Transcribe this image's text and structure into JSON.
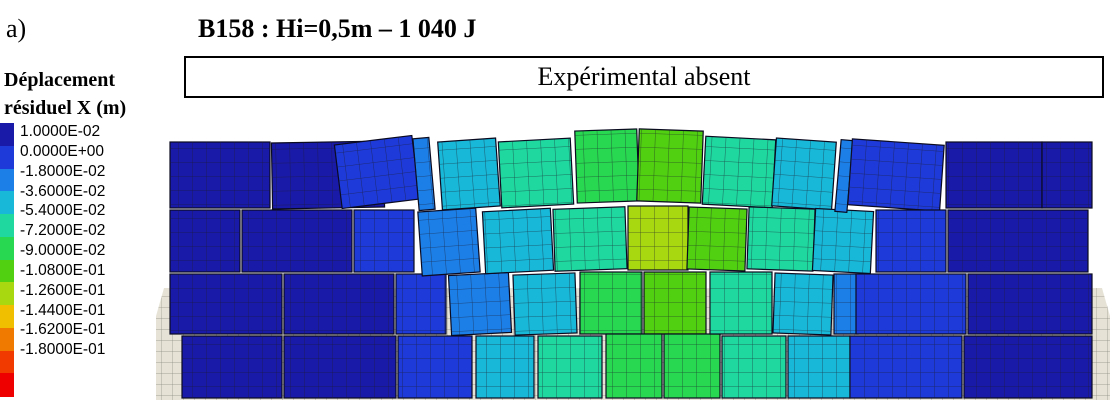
{
  "panel_label": "a)",
  "title": "B158 : Hi=0,5m – 1 040 J",
  "legend": {
    "title_line1": "Déplacement",
    "title_line2": "résiduel X (m)",
    "values": [
      "1.0000E-02",
      "0.0000E+00",
      "-1.8000E-02",
      "-3.6000E-02",
      "-5.4000E-02",
      "-7.2000E-02",
      "-9.0000E-02",
      "-1.0800E-01",
      "-1.2600E-01",
      "-1.4400E-01",
      "-1.6200E-01",
      "-1.8000E-01"
    ],
    "colors": [
      "#1a1aa8",
      "#1e3ad8",
      "#1c7fe8",
      "#18b8d8",
      "#1fd8a0",
      "#28d850",
      "#50d010",
      "#a8d810",
      "#f0c000",
      "#f07a00",
      "#f03a00",
      "#ee0000"
    ]
  },
  "notice": "Expérimental absent",
  "colors": {
    "base_slab": "#e6e3d6",
    "mesh_lines": "#2a2a3a",
    "base_lines": "#8b8a80"
  }
}
